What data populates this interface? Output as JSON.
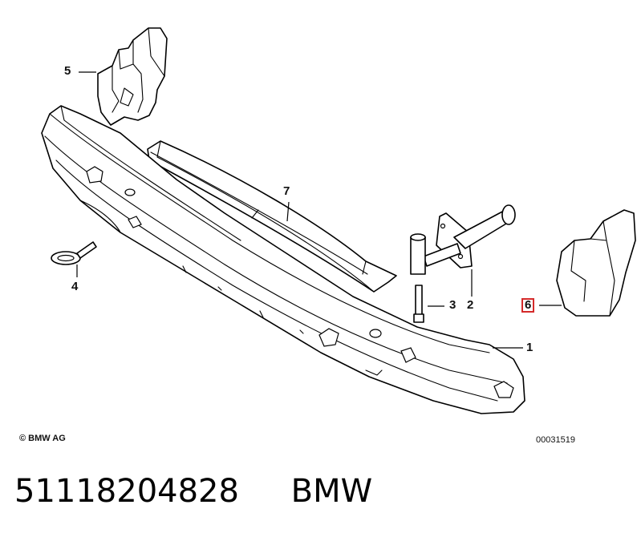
{
  "callouts": [
    {
      "id": "1",
      "label": "1"
    },
    {
      "id": "2",
      "label": "2"
    },
    {
      "id": "3",
      "label": "3"
    },
    {
      "id": "4",
      "label": "4"
    },
    {
      "id": "5",
      "label": "5"
    },
    {
      "id": "6",
      "label": "6",
      "highlighted": true
    },
    {
      "id": "7",
      "label": "7"
    }
  ],
  "footer": {
    "copyright": "© BMW AG",
    "diagram_code": "00031519"
  },
  "title": {
    "part_number": "51118204828",
    "brand": "BMW"
  },
  "colors": {
    "line": "#000000",
    "highlight_box": "#d42a2a",
    "background": "#ffffff"
  }
}
